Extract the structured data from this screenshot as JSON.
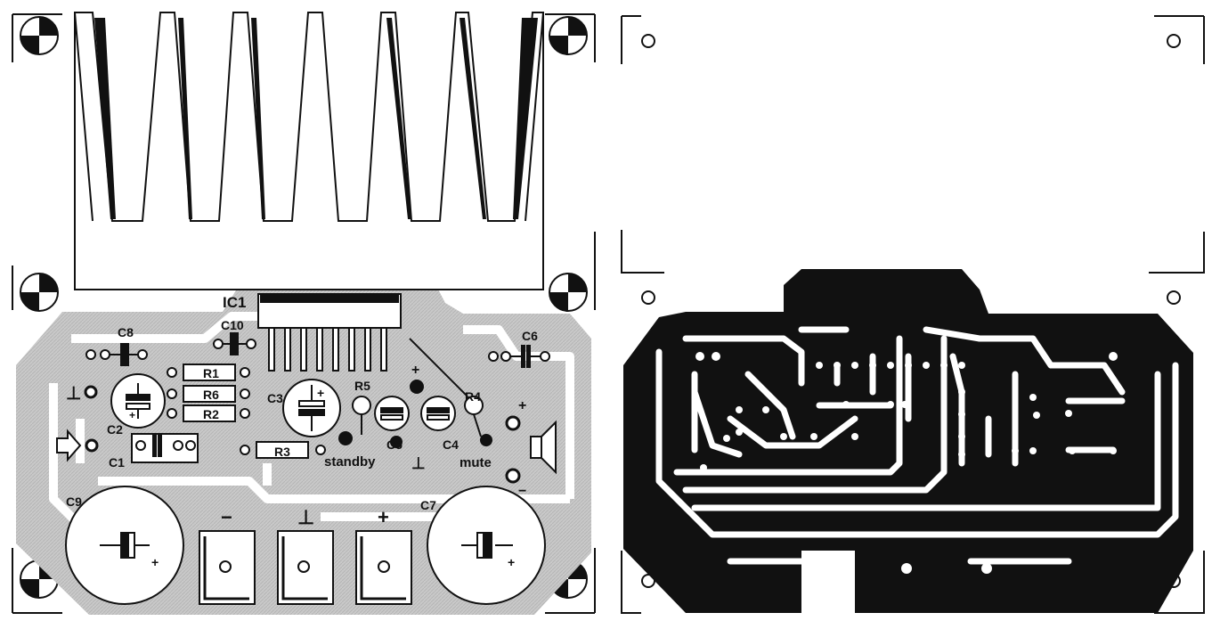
{
  "labels": {
    "ic1": "IC1",
    "c1": "C1",
    "c2": "C2",
    "c3": "C3",
    "c4": "C4",
    "c5": "C5",
    "c6": "C6",
    "c7": "C7",
    "c8": "C8",
    "c9": "C9",
    "c10": "C10",
    "r1": "R1",
    "r2": "R2",
    "r3": "R3",
    "r4": "R4",
    "r5": "R5",
    "r6": "R6",
    "standby": "standby",
    "mute": "mute",
    "plus": "+",
    "minus": "−",
    "ground": "⊥"
  },
  "colors": {
    "copper": "#111111",
    "silk_fill": "#c8c8c8",
    "ink": "#111111"
  }
}
